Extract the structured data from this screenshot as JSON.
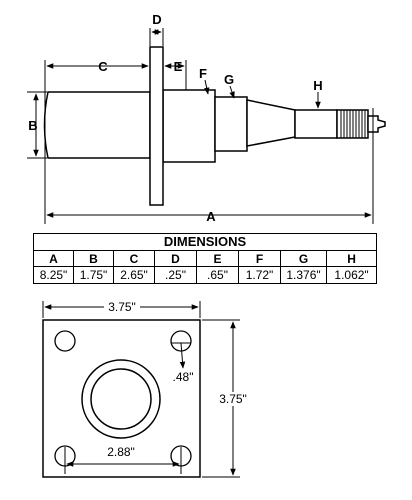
{
  "side_view": {
    "labels": {
      "a": "A",
      "b": "B",
      "c": "C",
      "d": "D",
      "e": "E",
      "f": "F",
      "g": "G",
      "h": "H"
    }
  },
  "dimensions_table": {
    "title": "DIMENSIONS",
    "headers": [
      "A",
      "B",
      "C",
      "D",
      "E",
      "F",
      "G",
      "H"
    ],
    "values": [
      "8.25\"",
      "1.75\"",
      "2.65\"",
      ".25\"",
      ".65\"",
      "1.72\"",
      "1.376\"",
      "1.062\""
    ]
  },
  "flange_view": {
    "width_label": "3.75\"",
    "height_label": "3.75\"",
    "hole_diameter_label": ".48\"",
    "hole_spacing_label": "2.88\""
  }
}
